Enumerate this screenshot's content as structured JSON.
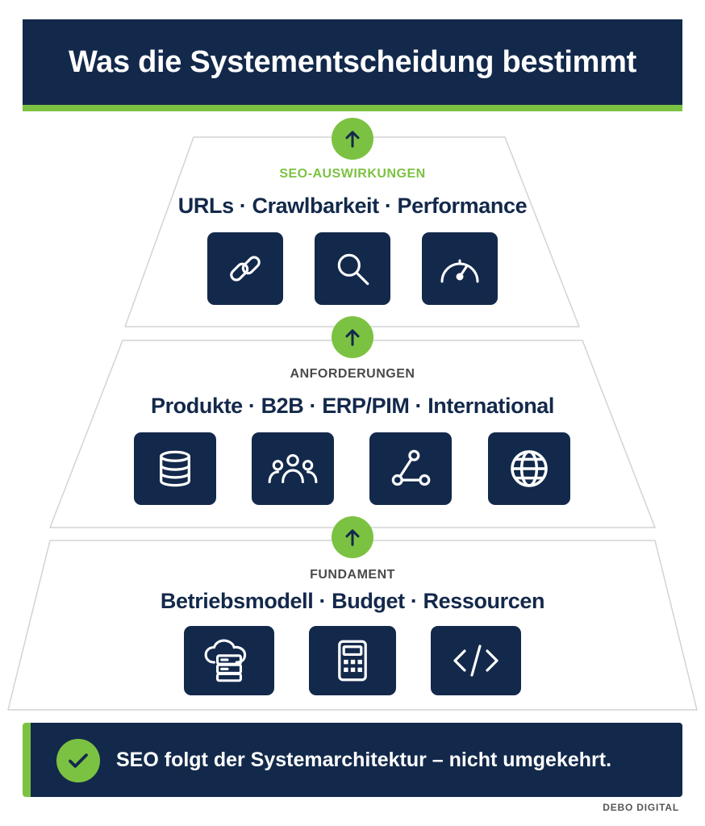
{
  "title": "Was die Systementscheidung bestimmt",
  "tiers": [
    {
      "label": "SEO-AUSWIRKUNGEN",
      "items": "URLs · Crawlbarkeit · Performance",
      "icons": [
        "link-icon",
        "magnifier-icon",
        "speedometer-icon"
      ]
    },
    {
      "label": "ANFORDERUNGEN",
      "items": "Produkte · B2B · ERP/PIM · International",
      "icons": [
        "database-icon",
        "users-group-icon",
        "connection-nodes-icon",
        "globe-icon"
      ]
    },
    {
      "label": "FUNDAMENT",
      "items": "Betriebsmodell · Budget · Ressourcen",
      "icons": [
        "cloud-server-icon",
        "calculator-icon",
        "code-icon"
      ]
    }
  ],
  "footer": {
    "text": "SEO folgt der Systemarchitektur – nicht umgekehrt."
  },
  "brand": "DEBO DIGITAL",
  "colors": {
    "navy": "#13294b",
    "green": "#7cc242",
    "label_green": "#7cc242",
    "label_gray": "#4a4a4a"
  }
}
